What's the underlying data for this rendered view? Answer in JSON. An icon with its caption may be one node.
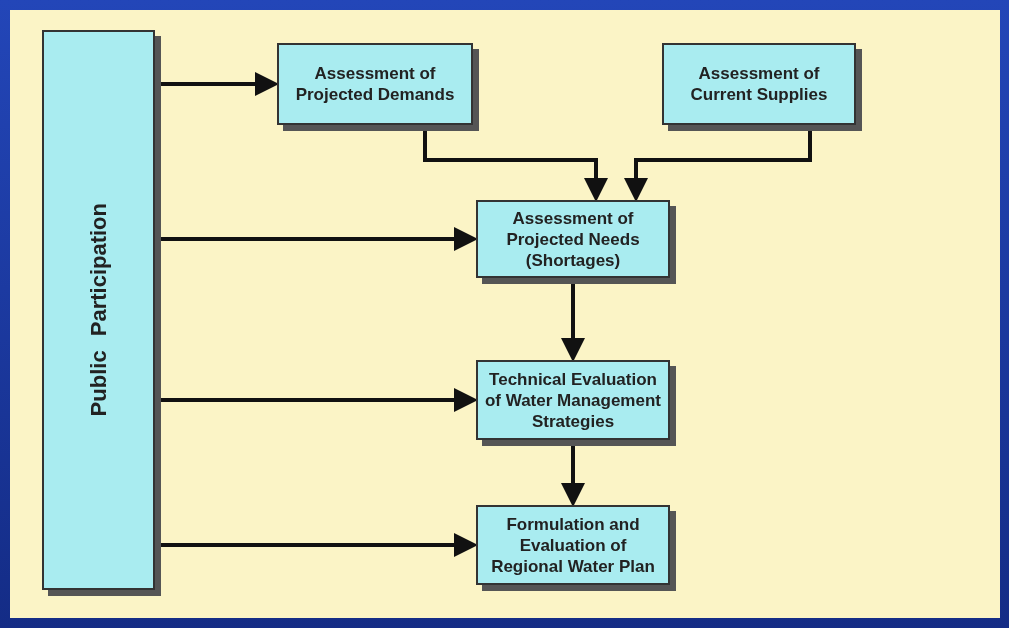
{
  "diagram": {
    "nodes": [
      {
        "text": [
          "Public Participation"
        ]
      },
      {
        "text": [
          "Assessment of Projected Demands"
        ]
      },
      {
        "text": [
          "Assessment of Current Supplies"
        ]
      },
      {
        "text": [
          "Assessment of Projected Needs (Shortages)"
        ]
      },
      {
        "text": [
          "Technical Evaluation of Water Management Strategies"
        ]
      },
      {
        "text": [
          "Formulation and Evaluation of Regional Water Plan"
        ]
      }
    ],
    "edges": [
      {
        "from": 0,
        "to": 1,
        "arrow": "to"
      },
      {
        "from": 1,
        "to": 3,
        "arrow": "to"
      },
      {
        "from": 2,
        "to": 3,
        "arrow": "to"
      },
      {
        "from": 0,
        "to": 3,
        "arrow": "to"
      },
      {
        "from": 3,
        "to": 4,
        "arrow": "to"
      },
      {
        "from": 0,
        "to": 4,
        "arrow": "to"
      },
      {
        "from": 4,
        "to": 5,
        "arrow": "to"
      },
      {
        "from": 0,
        "to": 5,
        "arrow": "to"
      }
    ]
  }
}
